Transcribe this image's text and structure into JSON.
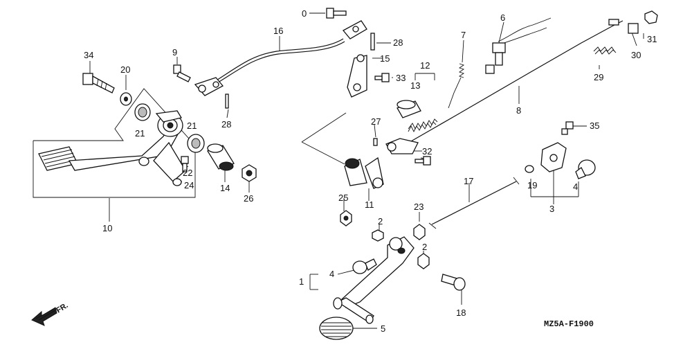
{
  "diagram": {
    "code": "MZ5A-F1900",
    "direction_label": "FR.",
    "labels": {
      "c0": "0",
      "c16": "16",
      "c28a": "28",
      "c34": "34",
      "c9": "9",
      "c20": "20",
      "c21a": "21",
      "c21b": "21",
      "c22": "22",
      "c24": "24",
      "c28b": "28",
      "c10": "10",
      "c14": "14",
      "c26": "26",
      "c15": "15",
      "c33": "33",
      "c12": "12",
      "c13": "13",
      "c7": "7",
      "c6": "6",
      "c8": "8",
      "c27": "27",
      "c11": "11",
      "c32": "32",
      "c25": "25",
      "c31": "31",
      "c30": "30",
      "c29": "29",
      "c35": "35",
      "c19": "19",
      "c4a": "4",
      "c3": "3",
      "c17": "17",
      "c2a": "2",
      "c23": "23",
      "c2b": "2",
      "c1": "1",
      "c4b": "4",
      "c18": "18",
      "c5": "5"
    }
  }
}
